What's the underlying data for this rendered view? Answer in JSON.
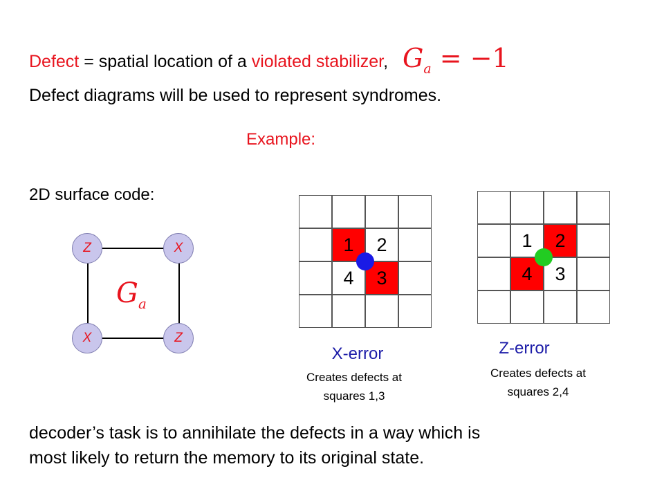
{
  "header": {
    "defect_word": "Defect",
    "equals_text": " = spatial location of a ",
    "violated_text": "violated stabilizer",
    "comma": ",",
    "formula_lhs": "G",
    "formula_sub": "a",
    "formula_rhs": " = −1",
    "subtitle": "Defect diagrams will be used to represent syndromes."
  },
  "example_label": "Example:",
  "surface_label": "2D surface code:",
  "stabilizer": {
    "top_left": "Z",
    "top_right": "X",
    "bottom_left": "X",
    "bottom_right": "Z",
    "label_main": "G",
    "label_sub": "a"
  },
  "x_error": {
    "labels": [
      "1",
      "2",
      "4",
      "3"
    ],
    "title": "X-error",
    "caption_line1": "Creates defects at",
    "caption_line2": "squares 1,3",
    "dot_color": "#1a1ae6"
  },
  "z_error": {
    "labels": [
      "1",
      "2",
      "4",
      "3"
    ],
    "title": "Z-error",
    "caption_line1": "Creates defects at",
    "caption_line2": "squares 2,4",
    "dot_color": "#22cc22"
  },
  "footer": {
    "line1": "decoder’s task is to annihilate the defects in a way which is",
    "line2": "most likely to return the memory to its original state."
  }
}
